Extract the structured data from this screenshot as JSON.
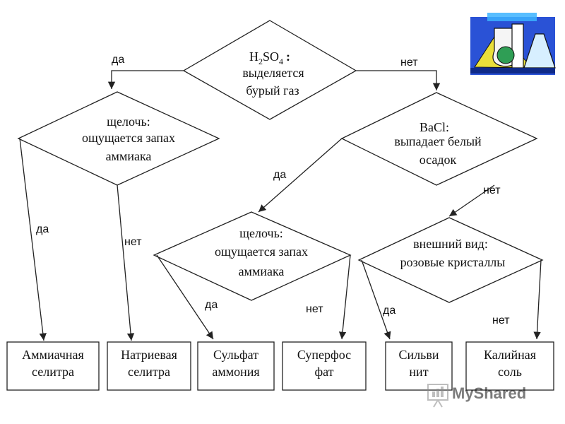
{
  "diagram": {
    "nodes": {
      "root": {
        "line1_base": "H",
        "line1_sub1": "2",
        "line1_mid": "SO",
        "line1_sub2": "4",
        "line1_colon": ":",
        "line2": "выделяется",
        "line3": "бурый газ"
      },
      "left": {
        "line1": "щелочь:",
        "line2": "ощущается запах",
        "line3": "аммиака"
      },
      "right": {
        "line1": "BaCl:",
        "line2": "выпадает белый",
        "line3": "осадок"
      },
      "mid": {
        "line1": "щелочь:",
        "line2": "ощущается запах",
        "line3": "аммиака"
      },
      "rightlow": {
        "line1": "внешний вид:",
        "line2": "розовые кристаллы"
      }
    },
    "results": [
      {
        "line1": "Аммиачная",
        "line2": "селитра"
      },
      {
        "line1": "Натриевая",
        "line2": "селитра"
      },
      {
        "line1": "Сульфат",
        "line2": "аммония"
      },
      {
        "line1": "Суперфос",
        "line2": "фат"
      },
      {
        "line1": "Сильви",
        "line2": "нит"
      },
      {
        "line1": "Калийная",
        "line2": "соль"
      }
    ],
    "edge_labels": {
      "yes": "да",
      "no": "нет"
    }
  },
  "watermark": {
    "text": "MyShared"
  },
  "colors": {
    "lab_blue": "#2a52d6",
    "lab_yellow": "#e9df3a",
    "lab_green": "#2f9e55"
  }
}
